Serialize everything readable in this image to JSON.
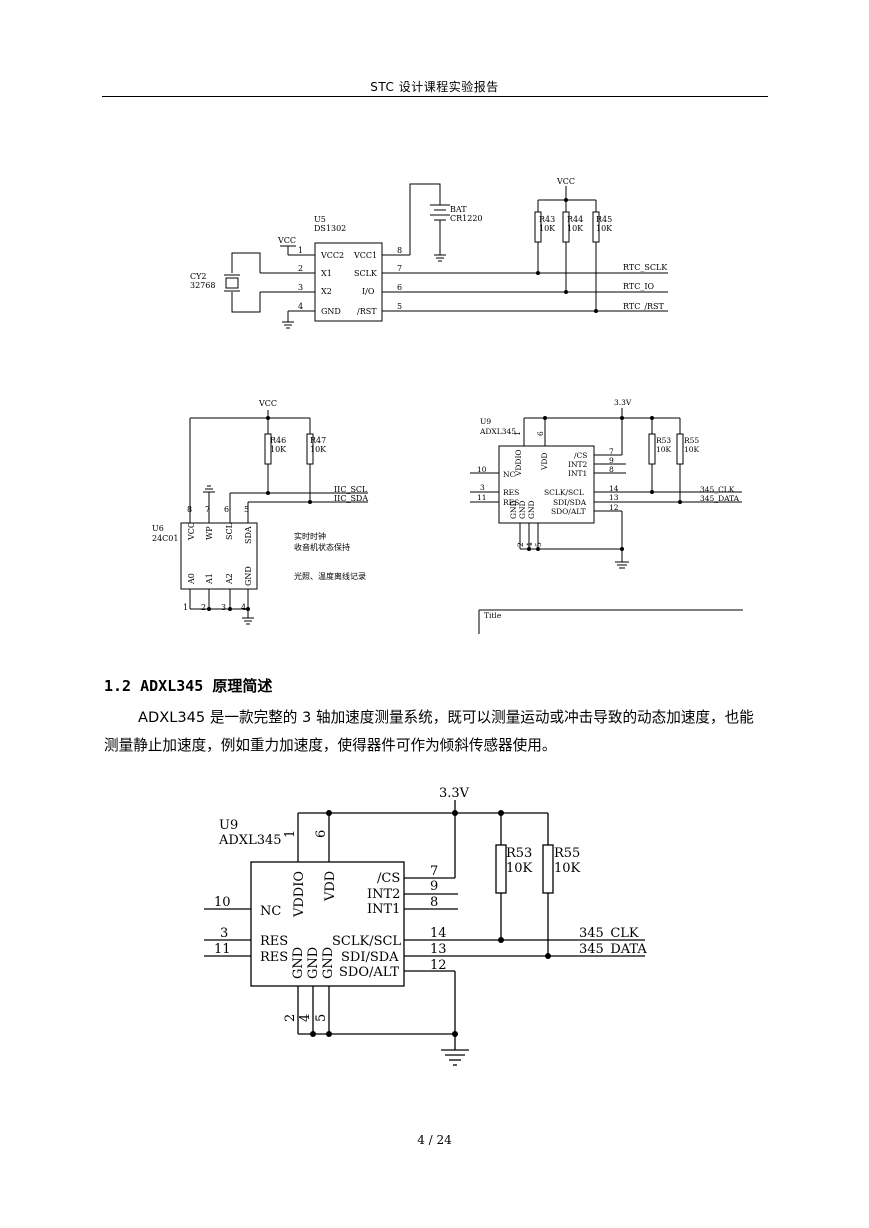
{
  "header": {
    "title": "STC 设计课程实验报告"
  },
  "figure1": {
    "chip_ref": "U5",
    "chip_part": "DS1302",
    "left_pins": [
      {
        "num": "1",
        "name": "VCC2"
      },
      {
        "num": "2",
        "name": "X1"
      },
      {
        "num": "3",
        "name": "X2"
      },
      {
        "num": "4",
        "name": "GND"
      }
    ],
    "right_pins": [
      {
        "num": "8",
        "name": "VCC1"
      },
      {
        "num": "7",
        "name": "SCLK"
      },
      {
        "num": "6",
        "name": "I/O"
      },
      {
        "num": "5",
        "name": "/RST"
      }
    ],
    "vcc": "VCC",
    "vcc_res": "VCC",
    "crystal_ref": "CY2",
    "crystal_val": "32768",
    "bat_ref": "BAT",
    "bat_val": "CR1220",
    "resistors": [
      {
        "ref": "R43",
        "val": "10K"
      },
      {
        "ref": "R44",
        "val": "10K"
      },
      {
        "ref": "R45",
        "val": "10K"
      }
    ],
    "nets": [
      "RTC_SCLK",
      "RTC_IO",
      "RTC_/RST"
    ]
  },
  "figure2": {
    "vcc": "VCC",
    "resistors": [
      {
        "ref": "R46",
        "val": "10K"
      },
      {
        "ref": "R47",
        "val": "10K"
      }
    ],
    "nets": [
      "IIC_SCL",
      "IIC_SDA"
    ],
    "chip_ref": "U6",
    "chip_part": "24C01",
    "top_pins": [
      {
        "num": "8",
        "name": "VCC"
      },
      {
        "num": "7",
        "name": "WP"
      },
      {
        "num": "6",
        "name": "SCL"
      },
      {
        "num": "5",
        "name": "SDA"
      }
    ],
    "bottom_pins": [
      {
        "num": "1",
        "name": "A0"
      },
      {
        "num": "2",
        "name": "A1"
      },
      {
        "num": "3",
        "name": "A2"
      },
      {
        "num": "4",
        "name": "GND"
      }
    ],
    "note1": "实时时钟",
    "note2": "收音机状态保持",
    "note3": "光照、温度离线记录"
  },
  "figure3": {
    "supply": "3.3V",
    "chip_ref": "U9",
    "chip_part": "ADXL345",
    "pin1": "1",
    "pin6": "6",
    "vddio": "VDDIO",
    "vdd": "VDD",
    "right_pins": [
      {
        "num": "7",
        "name": "/CS"
      },
      {
        "num": "9",
        "name": "INT2"
      },
      {
        "num": "8",
        "name": "INT1"
      },
      {
        "num": "14",
        "name": "SCLK/SCL"
      },
      {
        "num": "13",
        "name": "SDI/SDA"
      },
      {
        "num": "12",
        "name": "SDO/ALT"
      }
    ],
    "left_pins": [
      {
        "num": "10",
        "name": "NC"
      },
      {
        "num": "3",
        "name": "RES"
      },
      {
        "num": "11",
        "name": "RES"
      }
    ],
    "gnd": "GND",
    "gnd_pins": [
      "2",
      "4",
      "5"
    ],
    "resistors": [
      {
        "ref": "R53",
        "val": "10K"
      },
      {
        "ref": "R55",
        "val": "10K"
      }
    ],
    "nets": [
      "345_CLK",
      "345_DATA"
    ],
    "title_block": "Title"
  },
  "section": {
    "heading": "1.2 ADXL345 原理简述"
  },
  "paragraph": "ADXL345 是一款完整的 3 轴加速度测量系统，既可以测量运动或冲击导致的动态加速度，也能测量静止加速度，例如重力加速度，使得器件可作为倾斜传感器使用。",
  "footer": {
    "page": "4 / 24"
  }
}
